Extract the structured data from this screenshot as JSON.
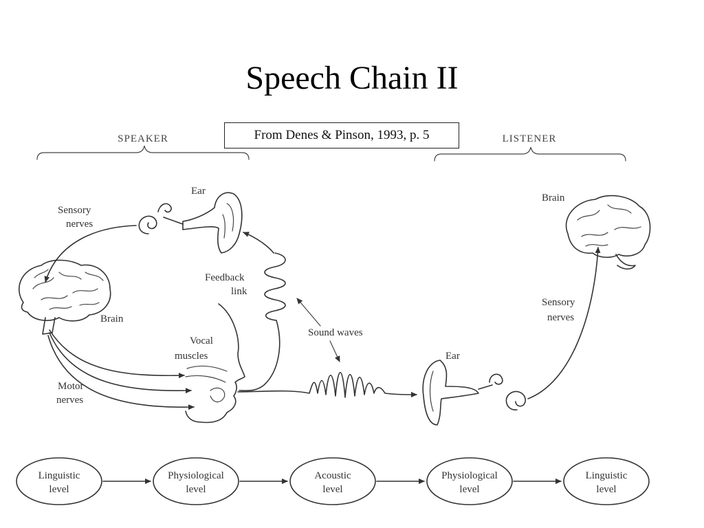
{
  "slide": {
    "title": "Speech Chain II",
    "citation": "From Denes & Pinson, 1993, p. 5"
  },
  "diagram": {
    "speaker_header": "SPEAKER",
    "listener_header": "LISTENER",
    "speaker": {
      "ear": "Ear",
      "sensory_nerves": [
        "Sensory",
        "nerves"
      ],
      "brain": "Brain",
      "feedback_link": [
        "Feedback",
        "link"
      ],
      "vocal_muscles": [
        "Vocal",
        "muscles"
      ],
      "motor_nerves": [
        "Motor",
        "nerves"
      ]
    },
    "sound_waves": "Sound waves",
    "listener": {
      "brain": "Brain",
      "sensory_nerves": [
        "Sensory",
        "nerves"
      ],
      "ear": "Ear"
    },
    "levels": [
      [
        "Linguistic",
        "level"
      ],
      [
        "Physiological",
        "level"
      ],
      [
        "Acoustic",
        "level"
      ],
      [
        "Physiological",
        "level"
      ],
      [
        "Linguistic",
        "level"
      ]
    ]
  }
}
